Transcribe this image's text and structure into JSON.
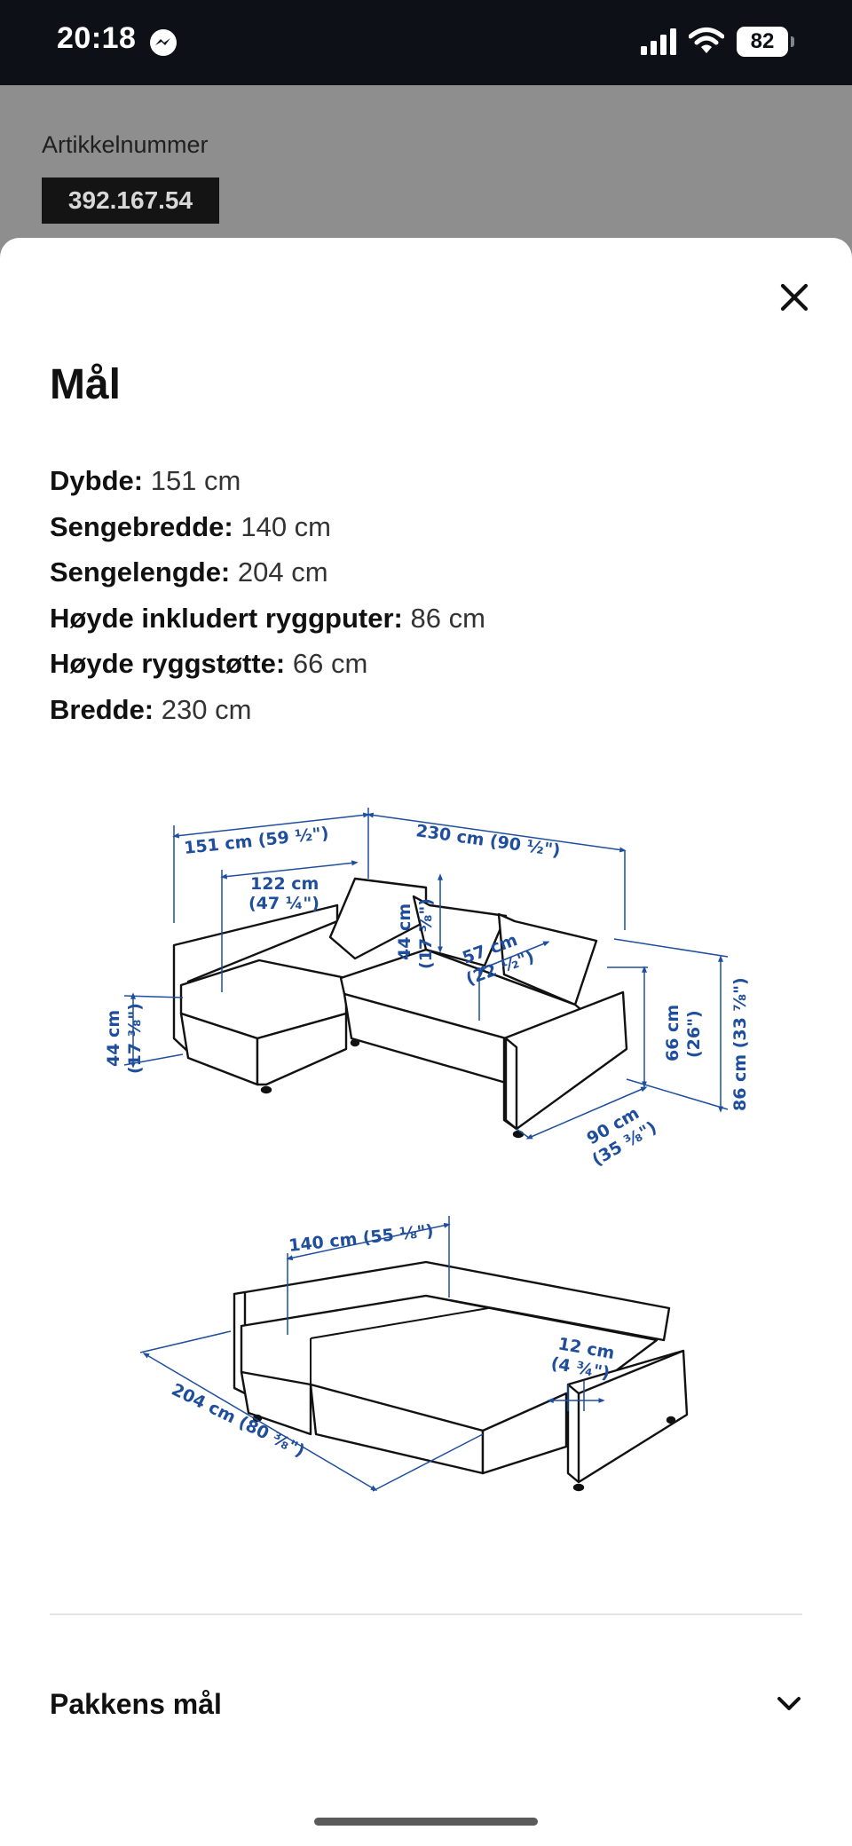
{
  "status_bar": {
    "time": "20:18",
    "battery": "82",
    "icons": [
      "messenger-icon",
      "signal-icon",
      "wifi-icon",
      "battery-icon"
    ]
  },
  "backdrop": {
    "article_label": "Artikkelnummer",
    "article_number": "392.167.54"
  },
  "sheet": {
    "title": "Mål",
    "close_icon": "close-icon",
    "dimensions": [
      {
        "label": "Dybde:",
        "value": "151 cm"
      },
      {
        "label": "Sengebredde:",
        "value": "140 cm"
      },
      {
        "label": "Sengelengde:",
        "value": "204 cm"
      },
      {
        "label": "Høyde inkludert ryggputer:",
        "value": "86 cm"
      },
      {
        "label": "Høyde ryggstøtte:",
        "value": "66 cm"
      },
      {
        "label": "Bredde:",
        "value": "230 cm"
      }
    ],
    "diagram_labels": {
      "depth": "151 cm (59 ½\")",
      "width": "230 cm (90 ½\")",
      "chaise_depth_1": "122 cm",
      "chaise_depth_2": "(47 ¼\")",
      "back_cushion_1": "44 cm",
      "back_cushion_2": "(17 ⅜\")",
      "seat_depth_1": "57 cm",
      "seat_depth_2": "(22 ½\")",
      "seat_height_1": "44 cm",
      "seat_height_2": "(17 ⅜\")",
      "back_height_1": "66 cm",
      "back_height_2": "(26\")",
      "total_height": "86 cm (33 ⅞\")",
      "sofa_depth_1": "90 cm",
      "sofa_depth_2": "(35 ⅜\")",
      "bed_width": "140 cm (55 ⅛\")",
      "bed_length": "204 cm (80 ⅜\")",
      "armrest_1": "12 cm",
      "armrest_2": "(4 ¾\")"
    },
    "package_label": "Pakkens mål",
    "chevron_icon": "chevron-down-icon"
  },
  "colors": {
    "dimension_blue": "#1f4e9c",
    "status_bar": "#0d1117",
    "backdrop": "#8e8e8e"
  }
}
